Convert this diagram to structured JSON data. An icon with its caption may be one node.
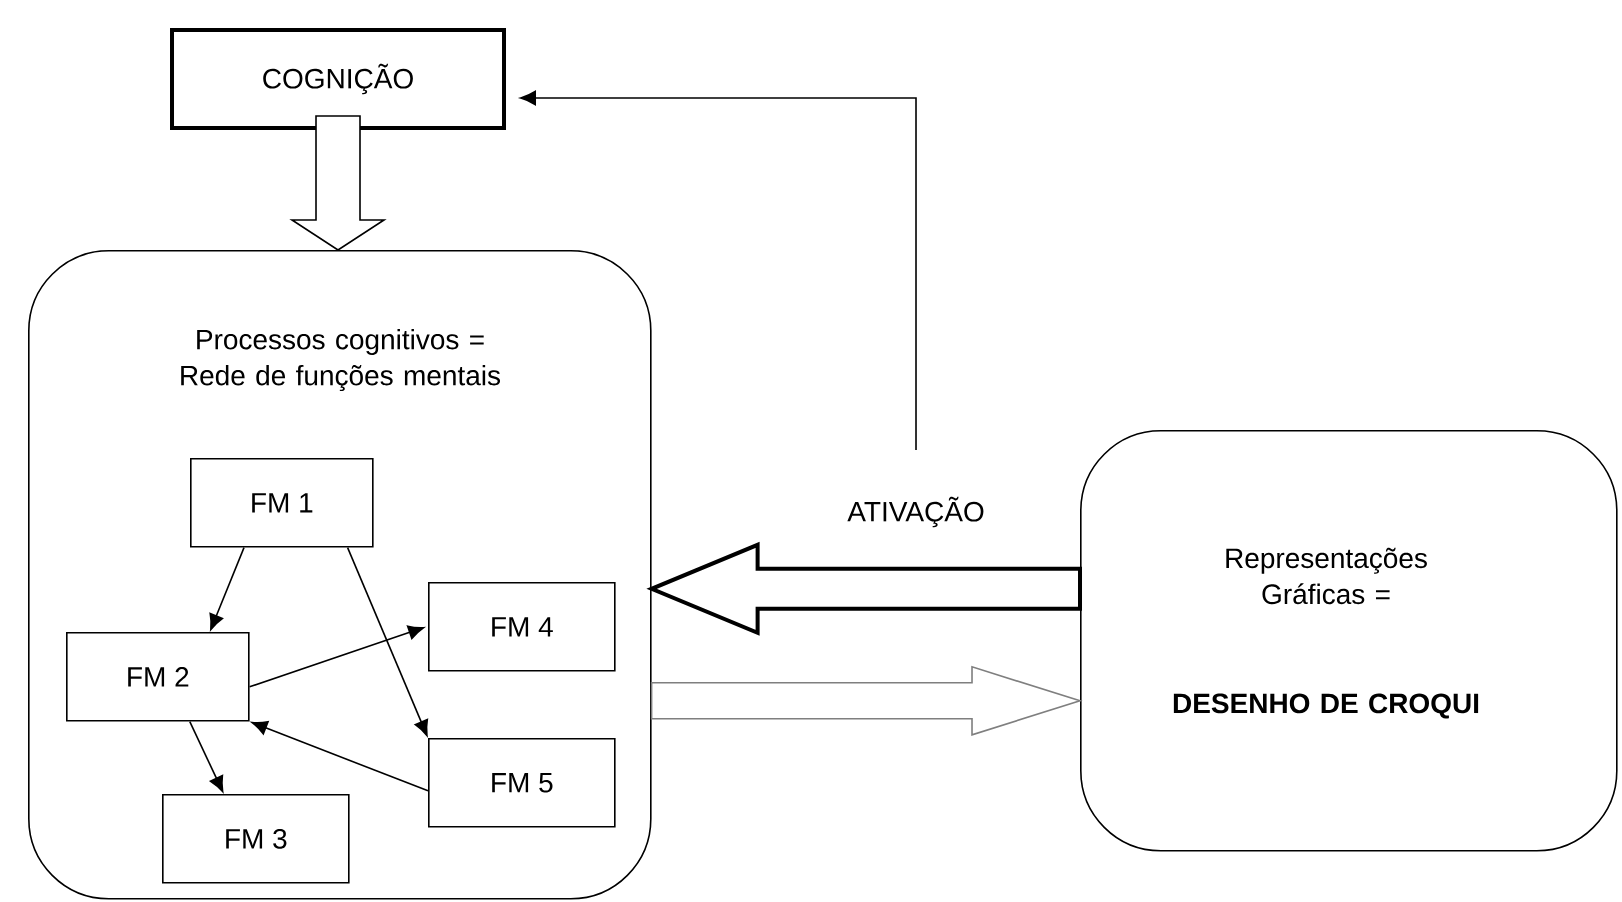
{
  "diagram": {
    "nodes": [
      {
        "text": [
          "COGNIÇÃO"
        ]
      },
      {
        "text": [
          "Processos cognitivos = Rede de funções mentais"
        ]
      },
      {
        "text": [
          "FM 1"
        ],
        "in": 1
      },
      {
        "text": [
          "FM 2"
        ],
        "in": 1
      },
      {
        "text": [
          "FM 3"
        ],
        "in": 1
      },
      {
        "text": [
          "FM 4"
        ],
        "in": 1
      },
      {
        "text": [
          "FM 5"
        ],
        "in": 1
      },
      {
        "text": [
          "Representações Gráficas =",
          "DESENHO DE CROQUI"
        ]
      }
    ],
    "edges": [
      {
        "from": 0,
        "to": 1,
        "arrow": "to"
      },
      {
        "from": null,
        "to": 0,
        "arrow": "to"
      },
      {
        "from": 7,
        "to": 1,
        "arrow": "to",
        "style": "thick",
        "label": "ATIVAÇÃO"
      },
      {
        "from": 1,
        "to": 7,
        "arrow": "to",
        "color": "#7f7f7f"
      },
      {
        "from": 2,
        "to": 3,
        "arrow": "to"
      },
      {
        "from": 2,
        "to": 6,
        "arrow": "to"
      },
      {
        "from": 3,
        "to": 5,
        "arrow": "to"
      },
      {
        "from": 6,
        "to": 3,
        "arrow": "to"
      },
      {
        "from": 3,
        "to": 4,
        "arrow": "to"
      }
    ]
  }
}
